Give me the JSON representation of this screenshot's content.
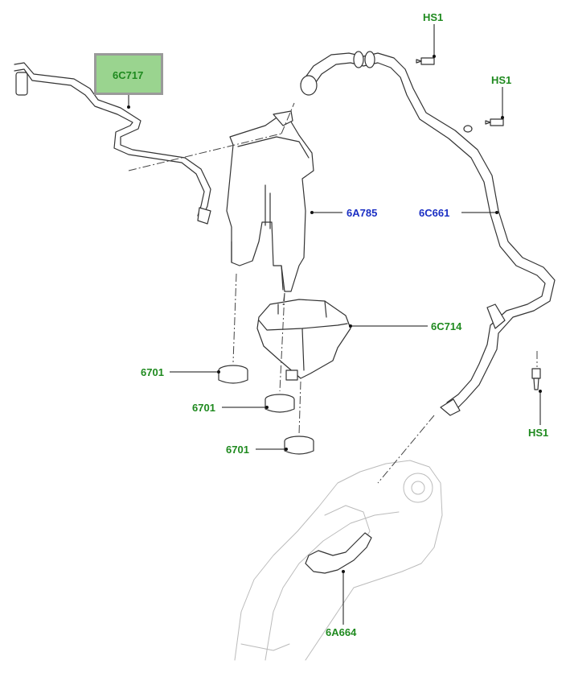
{
  "highlighted_part": "6C717",
  "parts": {
    "p_6c717": "6C717",
    "p_6a785": "6A785",
    "p_6c661": "6C661",
    "p_6c714": "6C714",
    "p_6701_a": "6701",
    "p_6701_b": "6701",
    "p_6701_c": "6701",
    "p_6a664": "6A664",
    "p_hs1_top": "HS1",
    "p_hs1_mid": "HS1",
    "p_hs1_bot": "HS1"
  },
  "colors": {
    "label_green": "#1f8a1f",
    "label_blue": "#1b2fc4",
    "highlight_fill": "#9ad48f",
    "highlight_border": "#9a9a9a"
  }
}
